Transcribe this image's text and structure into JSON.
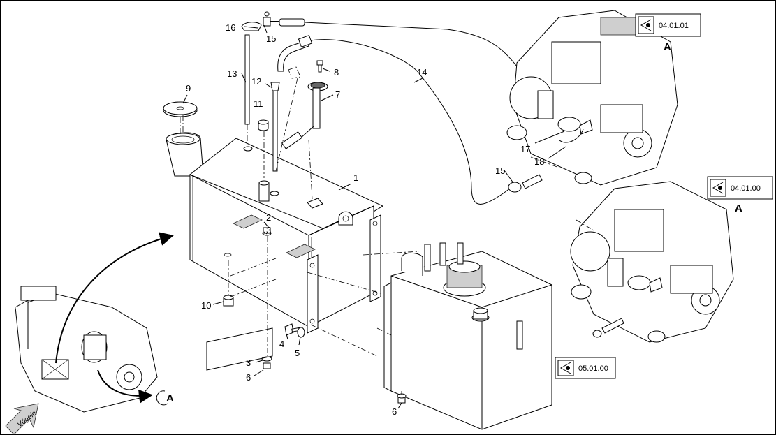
{
  "callouts": {
    "c1": "1",
    "c2": "2",
    "c3a": "3",
    "c3b": "3",
    "c4": "4",
    "c5": "5",
    "c6a": "6",
    "c6b": "6",
    "c7": "7",
    "c8": "8",
    "c9": "9",
    "c10": "10",
    "c11": "11",
    "c12": "12",
    "c13": "13",
    "c14": "14",
    "c15a": "15",
    "c15b": "15",
    "c16": "16",
    "c17": "17",
    "c18": "18"
  },
  "view_refs": {
    "ref1": "04.01.01",
    "ref2": "04.01.00",
    "ref3": "05.01.00"
  },
  "detail_letters": {
    "a1": "A",
    "a2": "A",
    "a_machine": "A"
  },
  "brand": "Vögele",
  "icons": {
    "view": "eye-view-icon",
    "detail": "detail-circle-icon",
    "direction": "direction-arrow-icon"
  }
}
